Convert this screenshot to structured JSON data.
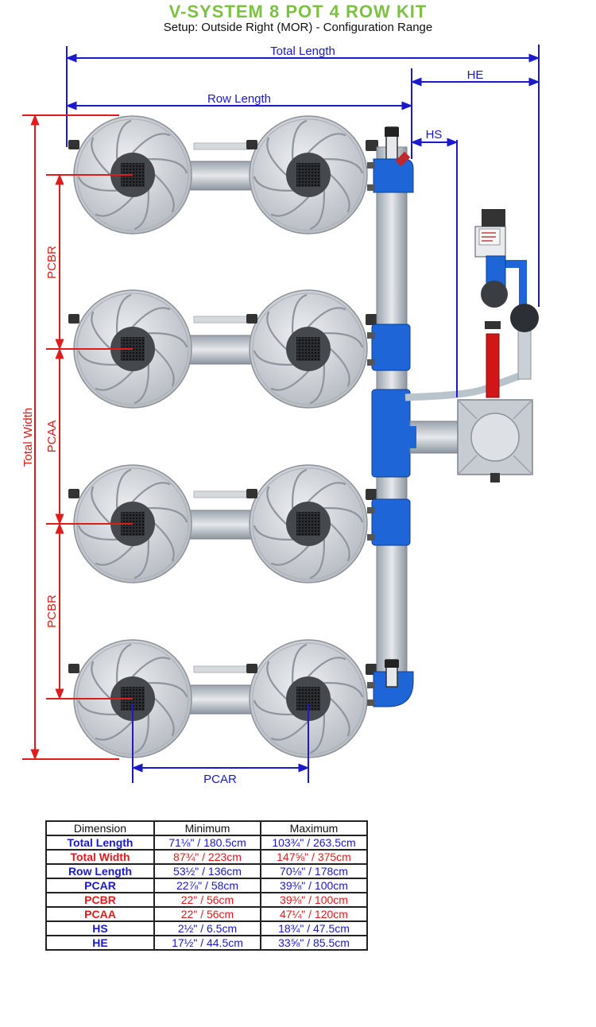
{
  "header": {
    "title": "V-SYSTEM 8 POT 4 ROW KIT",
    "subtitle": "Setup: Outside Right (MOR) - Configuration Range"
  },
  "colors": {
    "title": "#7cc242",
    "blue_dimension": "#1a1acc",
    "red_dimension": "#e01b1b",
    "pot": "#c9cdd3",
    "fitting_blue": "#1e66d8"
  },
  "dimension_labels": {
    "total_length": "Total Length",
    "he": "HE",
    "row_length": "Row Length",
    "hs": "HS",
    "pcbr_top": "PCBR",
    "pcaa": "PCAA",
    "pcbr_bottom": "PCBR",
    "total_width": "Total Width",
    "pcar": "PCAR"
  },
  "table": {
    "headers": [
      "Dimension",
      "Minimum",
      "Maximum"
    ],
    "rows": [
      {
        "dimension": "Total Length",
        "minimum": "71⅛\" / 180.5cm",
        "maximum": "103¾\" / 263.5cm",
        "color": "#1a1acc"
      },
      {
        "dimension": "Total Width",
        "minimum": "87¾\" / 223cm",
        "maximum": "147⅝\" / 375cm",
        "color": "#e01b1b"
      },
      {
        "dimension": "Row Length",
        "minimum": "53½\" / 136cm",
        "maximum": "70⅛\" / 178cm",
        "color": "#1a1acc"
      },
      {
        "dimension": "PCAR",
        "minimum": "22⅞\" / 58cm",
        "maximum": "39⅜\" / 100cm",
        "color": "#1a1acc"
      },
      {
        "dimension": "PCBR",
        "minimum": "22\" / 56cm",
        "maximum": "39⅜\" / 100cm",
        "color": "#e01b1b"
      },
      {
        "dimension": "PCAA",
        "minimum": "22\" / 56cm",
        "maximum": "47¼\" / 120cm",
        "color": "#e01b1b"
      },
      {
        "dimension": "HS",
        "minimum": "2½\" / 6.5cm",
        "maximum": "18¾\" / 47.5cm",
        "color": "#1a1acc"
      },
      {
        "dimension": "HE",
        "minimum": "17½\" / 44.5cm",
        "maximum": "33⅝\" / 85.5cm",
        "color": "#1a1acc"
      }
    ]
  }
}
